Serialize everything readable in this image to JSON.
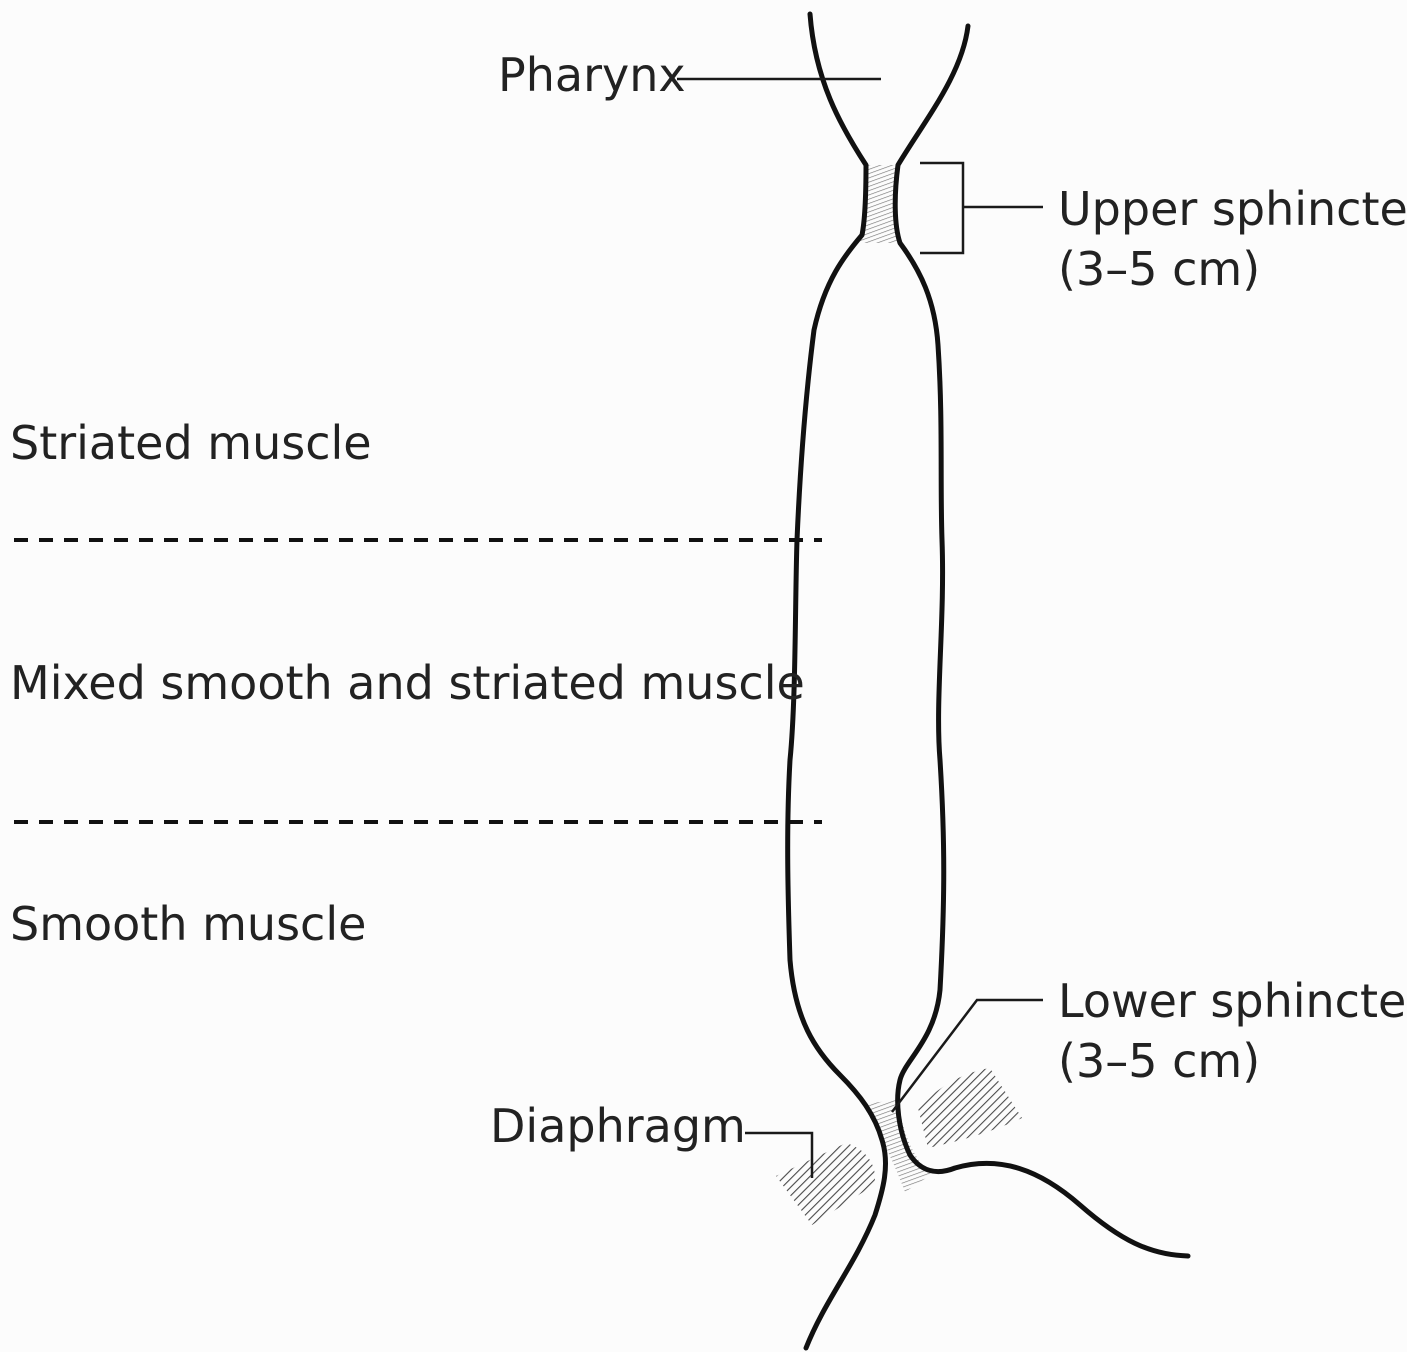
{
  "diagram": {
    "title": "",
    "labels": {
      "pharynx": "Pharynx",
      "upper_sphincter": "Upper sphincter",
      "upper_sphincter_length": "(3–5 cm)",
      "striated_muscle": "Striated muscle",
      "mixed_muscle": "Mixed smooth and striated muscle",
      "smooth_muscle": "Smooth muscle",
      "lower_sphincter": "Lower sphincter",
      "lower_sphincter_length": "(3–5 cm)",
      "diaphragm": "Diaphragm"
    },
    "colors": {
      "background": "#fcfcfc",
      "outline": "#111111",
      "hatch": "#555555",
      "text": "#222222"
    }
  }
}
